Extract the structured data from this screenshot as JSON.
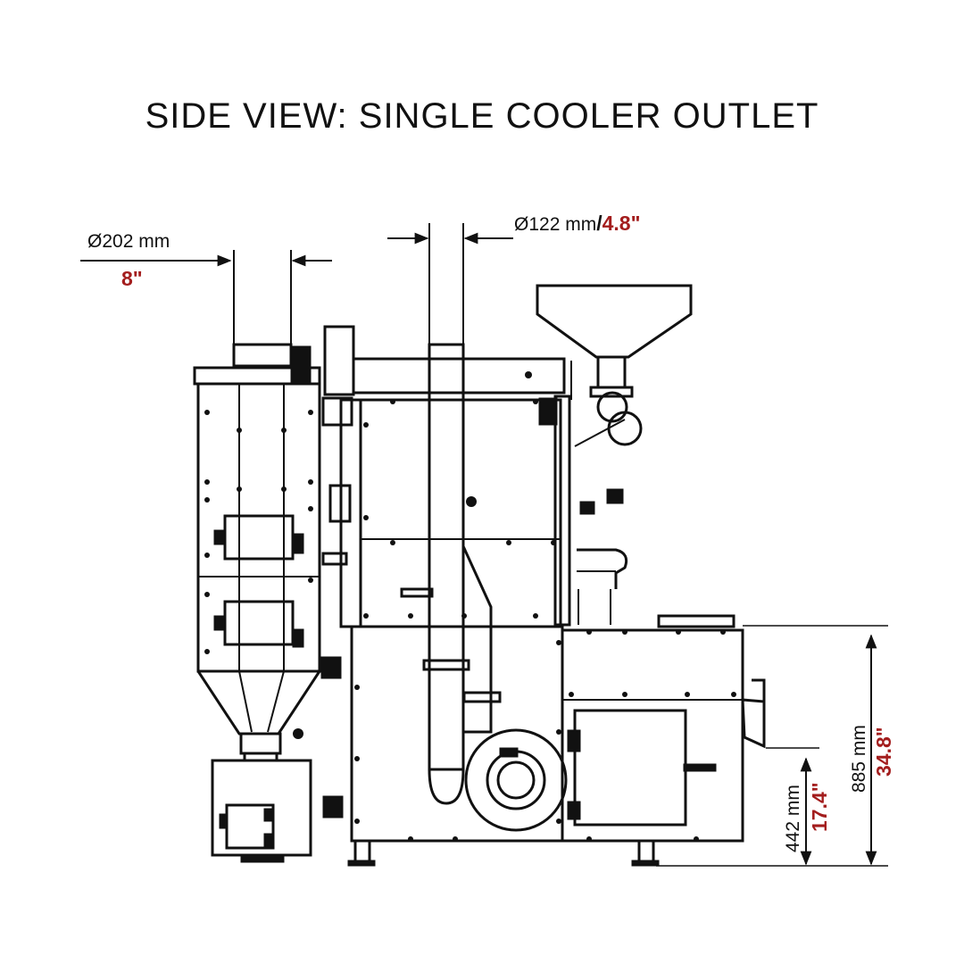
{
  "title": "SIDE VIEW: SINGLE COOLER OUTLET",
  "colors": {
    "line": "#111111",
    "accent": "#a31d1d",
    "background": "#ffffff"
  },
  "dimensions": {
    "chimney": {
      "metric": "Ø202 mm",
      "imperial": "8\""
    },
    "exhaust_pipe": {
      "metric": "Ø122 mm",
      "separator": "/",
      "imperial": "4.8\""
    },
    "cooler_height": {
      "metric": "442 mm",
      "imperial": "17.4\""
    },
    "total_height": {
      "metric": "885 mm",
      "imperial": "34.8\""
    }
  }
}
